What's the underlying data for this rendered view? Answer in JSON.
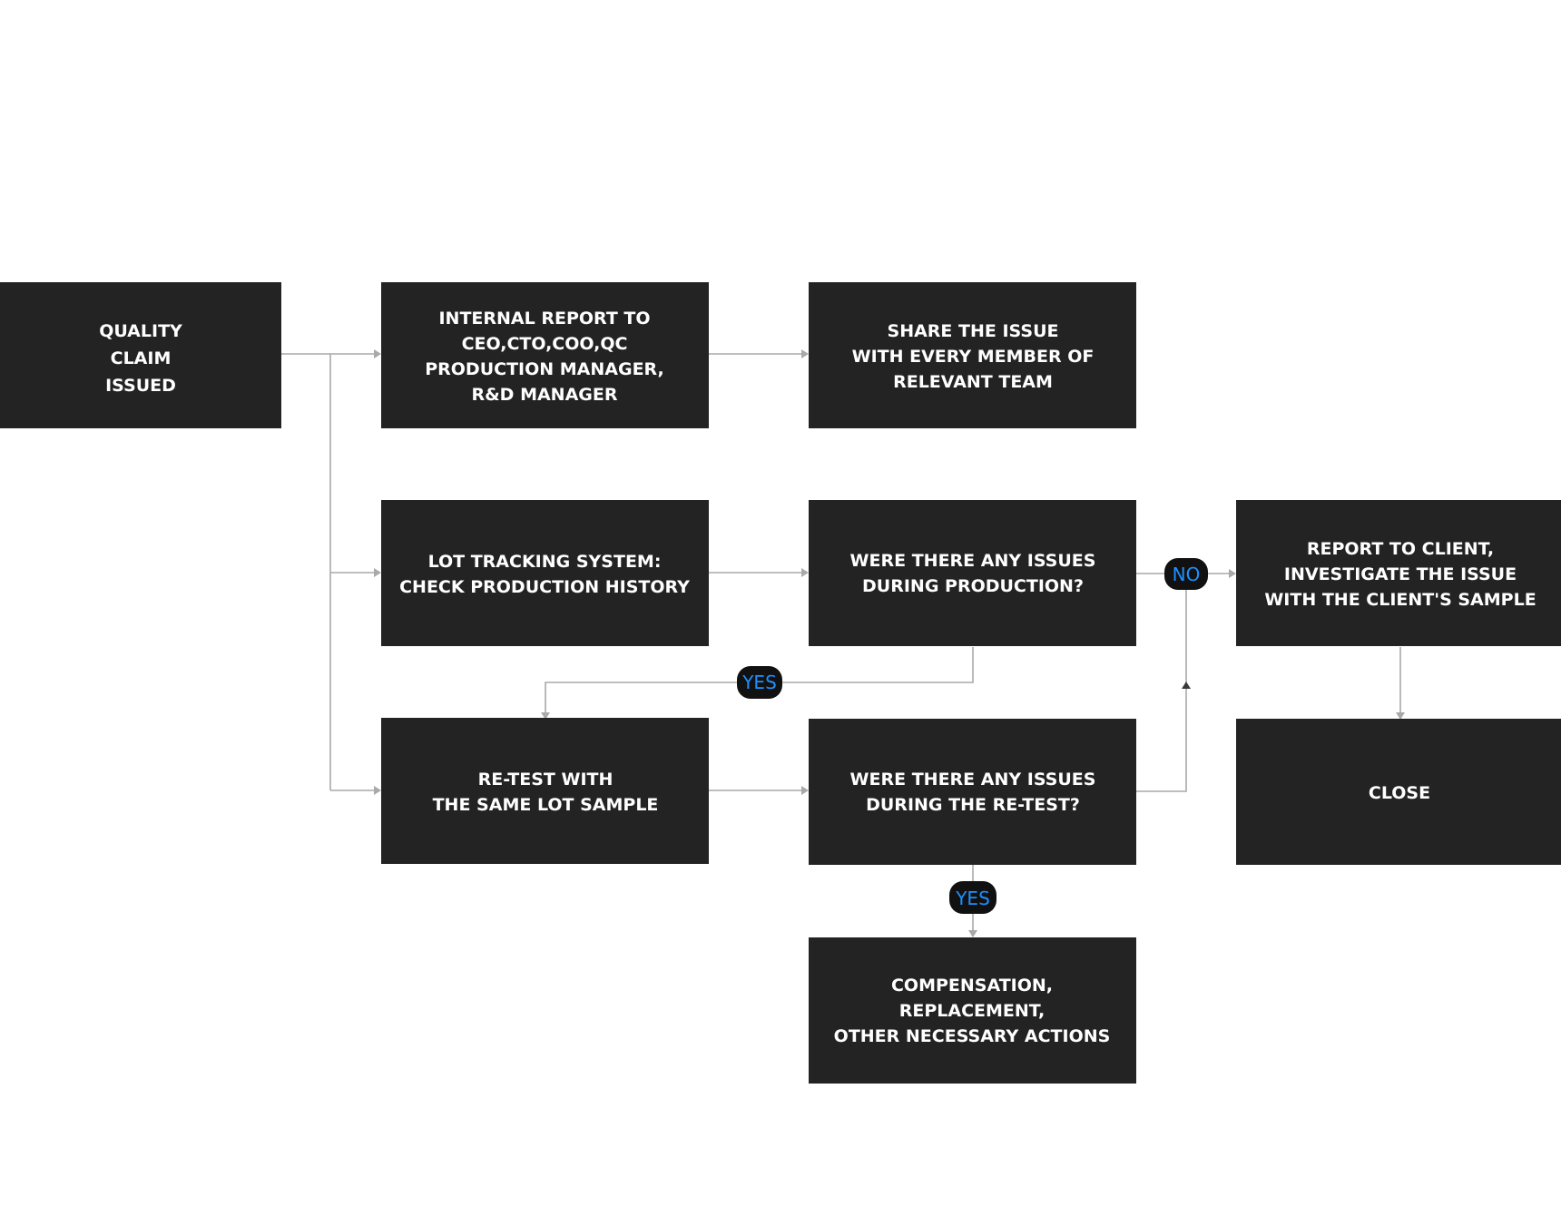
{
  "colors": {
    "box": "#232323",
    "box_text": "#ffffff",
    "connector": "#a9a9a9",
    "label_bg": "#111111",
    "label_text": "#1e90ff"
  },
  "nodes": {
    "quality_claim": [
      "QUALITY",
      "CLAIM",
      "ISSUED"
    ],
    "internal_report": [
      "INTERNAL REPORT TO",
      "CEO,CTO,COO,QC",
      "PRODUCTION MANAGER,",
      "R&D MANAGER"
    ],
    "share_issue": [
      "SHARE THE ISSUE",
      "WITH EVERY MEMBER OF",
      "RELEVANT TEAM"
    ],
    "lot_tracking": [
      "LOT TRACKING SYSTEM:",
      "CHECK PRODUCTION HISTORY"
    ],
    "issues_production": [
      "WERE THERE ANY ISSUES",
      "DURING PRODUCTION?"
    ],
    "report_client": [
      "REPORT TO CLIENT,",
      "INVESTIGATE THE ISSUE",
      "WITH THE CLIENT'S SAMPLE"
    ],
    "retest": [
      "RE-TEST WITH",
      "THE SAME LOT SAMPLE"
    ],
    "issues_retest": [
      "WERE THERE ANY ISSUES",
      "DURING THE RE-TEST?"
    ],
    "close": [
      "CLOSE"
    ],
    "compensation": [
      "COMPENSATION,",
      "REPLACEMENT,",
      "OTHER NECESSARY ACTIONS"
    ]
  },
  "edge_labels": {
    "production_yes": "YES",
    "production_no": "NO",
    "retest_yes": "YES"
  }
}
